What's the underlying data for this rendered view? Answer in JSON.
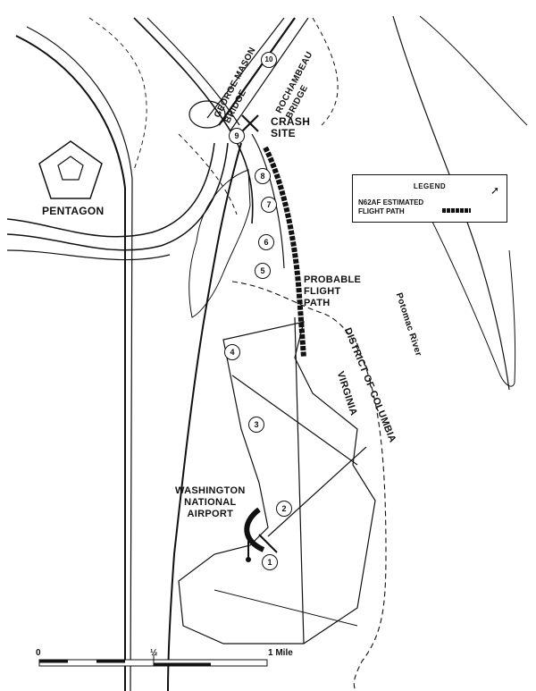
{
  "places": {
    "pentagon": "PENTAGON",
    "george_mason_bridge": "GEORGE MASON\nBRIDGE",
    "rochambeau_bridge": "ROCHAMBEAU\nBRIDGE",
    "crash_site": "CRASH\nSITE",
    "probable_flight_path": "PROBABLE\nFLIGHT\nPATH",
    "potomac_river": "Potomac River",
    "district_of_columbia": "DISTRICT OF COLUMBIA",
    "virginia": "VIRGINIA",
    "airport": "WASHINGTON\nNATIONAL\nAIRPORT"
  },
  "legend": {
    "title": "LEGEND",
    "entry_label": "N62AF ESTIMATED\nFLIGHT PATH"
  },
  "markers": [
    "1",
    "2",
    "3",
    "4",
    "5",
    "6",
    "7",
    "8",
    "9",
    "10"
  ],
  "scale": {
    "start": "0",
    "mid": "½",
    "end": "1 Mile"
  },
  "colors": {
    "ink": "#111111",
    "paper": "#ffffff"
  }
}
